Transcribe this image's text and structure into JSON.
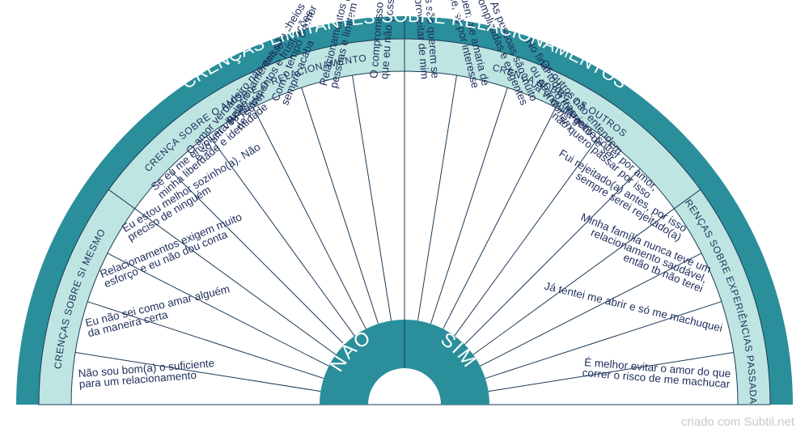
{
  "title": "CRENÇAS LIMITANTES SOBRE RELACIONAMENTOS",
  "colors": {
    "dark": "#2a8f9b",
    "light": "#bfe5e2",
    "wedge": "#ffffff",
    "line": "#1b3a56",
    "text": "#1f2f5c",
    "hub_text": "#ffffff"
  },
  "hub": {
    "left": "NÃO",
    "right": "SIM"
  },
  "categories": [
    {
      "label": "CRENÇAS SOBRE SI MESMO"
    },
    {
      "label": "CRENÇA SOBRE O AMOR E O RELACIONAMENTO"
    },
    {
      "label": "CRENÇA SOBRE OS OUTROS"
    },
    {
      "label": "CRENÇAS SOBRE EXPERIÊNCIAS PASSADAS"
    }
  ],
  "wedges": [
    {
      "lines": [
        "Não sou bom(a) o suficiente",
        "para um relacionamento"
      ]
    },
    {
      "lines": [
        "Eu não sei como amar alguém",
        "da maneira certa"
      ]
    },
    {
      "lines": [
        "Relacionamentos exigem muito",
        "esforço e eu não dou conta"
      ]
    },
    {
      "lines": [
        "Eu estou melhor sozinho(a). Não",
        "preciso de ninguém"
      ]
    },
    {
      "lines": [
        "Se eu me envolver vou perder",
        "minha liberdade e identidade"
      ]
    },
    {
      "lines": [
        "O amor verdadeiro não existe,",
        "é só uma ilusão"
      ]
    },
    {
      "lines": [
        "Relacionamentos são cheios",
        "de sofrimentos e frustrações"
      ]
    },
    {
      "lines": [
        "Com o tempo o amor",
        "sempre acaba"
      ]
    },
    {
      "lines": [
        "Relacionamentos prendem as",
        "pessoas e limitam as escolhas"
      ]
    },
    {
      "lines": [
        "O compromisso gera expectativas",
        "que eu não posso e nem quero atender"
      ]
    },
    {
      "lines": [
        "As pessoas são querem se",
        "aproveitar de mim"
      ]
    },
    {
      "lines": [
        "Ninguem me amaria de",
        "verdade, só por interesse"
      ]
    },
    {
      "lines": [
        "As pessoas são muito",
        "complicadas e exigentes"
      ]
    },
    {
      "lines": [
        "No final todos traem",
        "ou abandonam"
      ]
    },
    {
      "lines": [
        "Os outros não entendem",
        "o meu jeito de ser"
      ]
    },
    {
      "lines": [
        "Já vi muita gente sofrer por amor,",
        "não quero passar por isso"
      ]
    },
    {
      "lines": [
        "Fui rejeitado(a) antes, por isso",
        "sempre serei rejeitado(a)"
      ]
    },
    {
      "lines": [
        "Minha família nunca teve um",
        "relacionamento saudável,",
        "então tb não terei"
      ]
    },
    {
      "lines": [
        "Já tentei me abrir e só me machuquei"
      ]
    },
    {
      "lines": [
        "É melhor evitar o amor do que",
        "correr o risco de me machucar"
      ]
    }
  ],
  "credit": "criado com Subtil.net"
}
